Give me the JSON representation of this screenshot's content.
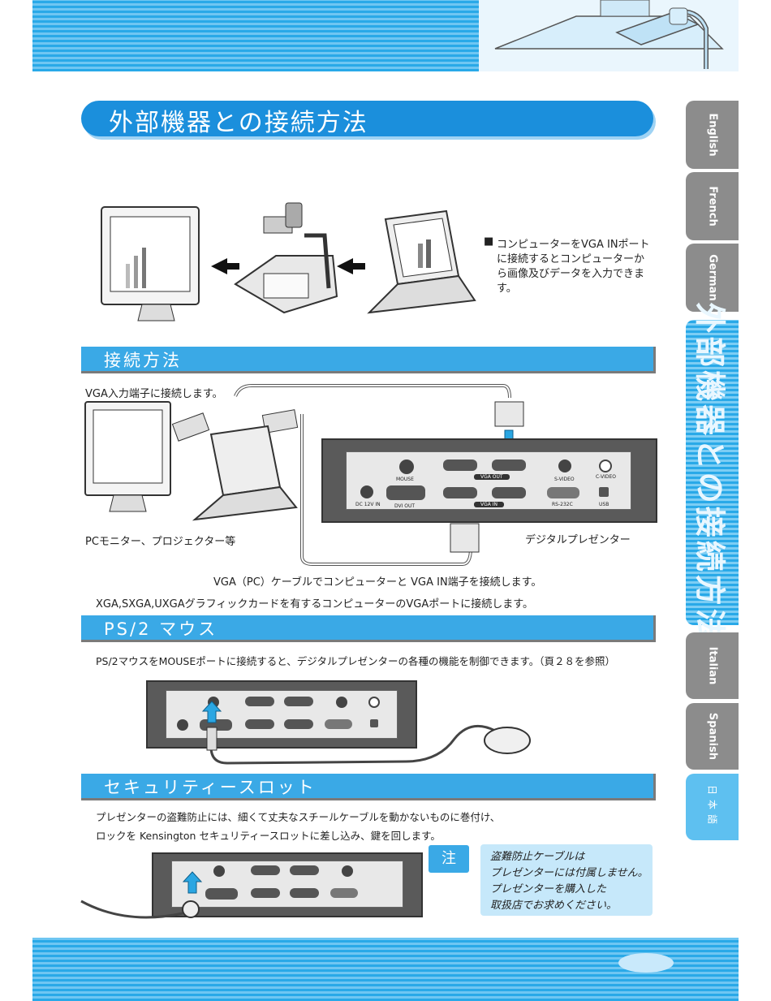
{
  "header": {
    "title": "外部機器との接続方法"
  },
  "side_tabs": [
    "English",
    "French",
    "German",
    "外部機器との接続方法",
    "Italian",
    "Spanish",
    "日本語"
  ],
  "intro": {
    "bullet": "■",
    "lines": [
      "コンピューターをVGA INポート",
      "に接続するとコンピューターか",
      "ら画像及びデータを入力できま",
      "す。"
    ]
  },
  "sections": {
    "connect": {
      "heading": "接続方法",
      "vga_input_label": "VGA入力端子に接続します。",
      "monitor_label": "PCモニター、プロジェクター等",
      "presenter_label": "デジタルプレゼンター",
      "cable_line": "VGA（PC）ケーブルでコンピューターと VGA IN端子を接続します。",
      "card_line": "XGA,SXGA,UXGAグラフィックカードを有するコンピューターのVGAポートに接続します。"
    },
    "mouse": {
      "heading": "PS/2 マウス",
      "text": "PS/2マウスをMOUSEポートに接続すると、デジタルプレゼンターの各種の機能を制御できます。（頁２８を参照）"
    },
    "security": {
      "heading": "セキュリティースロット",
      "line1": "プレゼンターの盗難防止には、細くて丈夫なスチールケーブルを動かないものに巻付け、",
      "line2": "ロックを Kensington セキュリティースロットに差し込み、鍵を回します。",
      "note_badge": "注",
      "note_lines": [
        "盗難防止ケーブルは",
        "プレゼンターには付属しません。",
        "プレゼンターを購入した",
        "取扱店でお求めください。"
      ]
    }
  },
  "panel_labels": {
    "mouse": "MOUSE",
    "vga_out": "VGA OUT",
    "vga_in": "VGA IN",
    "svideo": "S-VIDEO",
    "cvideo": "C-VIDEO",
    "dc": "DC 12V IN",
    "dvi": "DVI OUT",
    "rs232": "RS-232C",
    "usb": "USB"
  },
  "colors": {
    "accent": "#1b8fdc",
    "band": "#29a9e8",
    "tab_gray": "#8c8c8c",
    "note_bg": "#c6e8fa"
  }
}
